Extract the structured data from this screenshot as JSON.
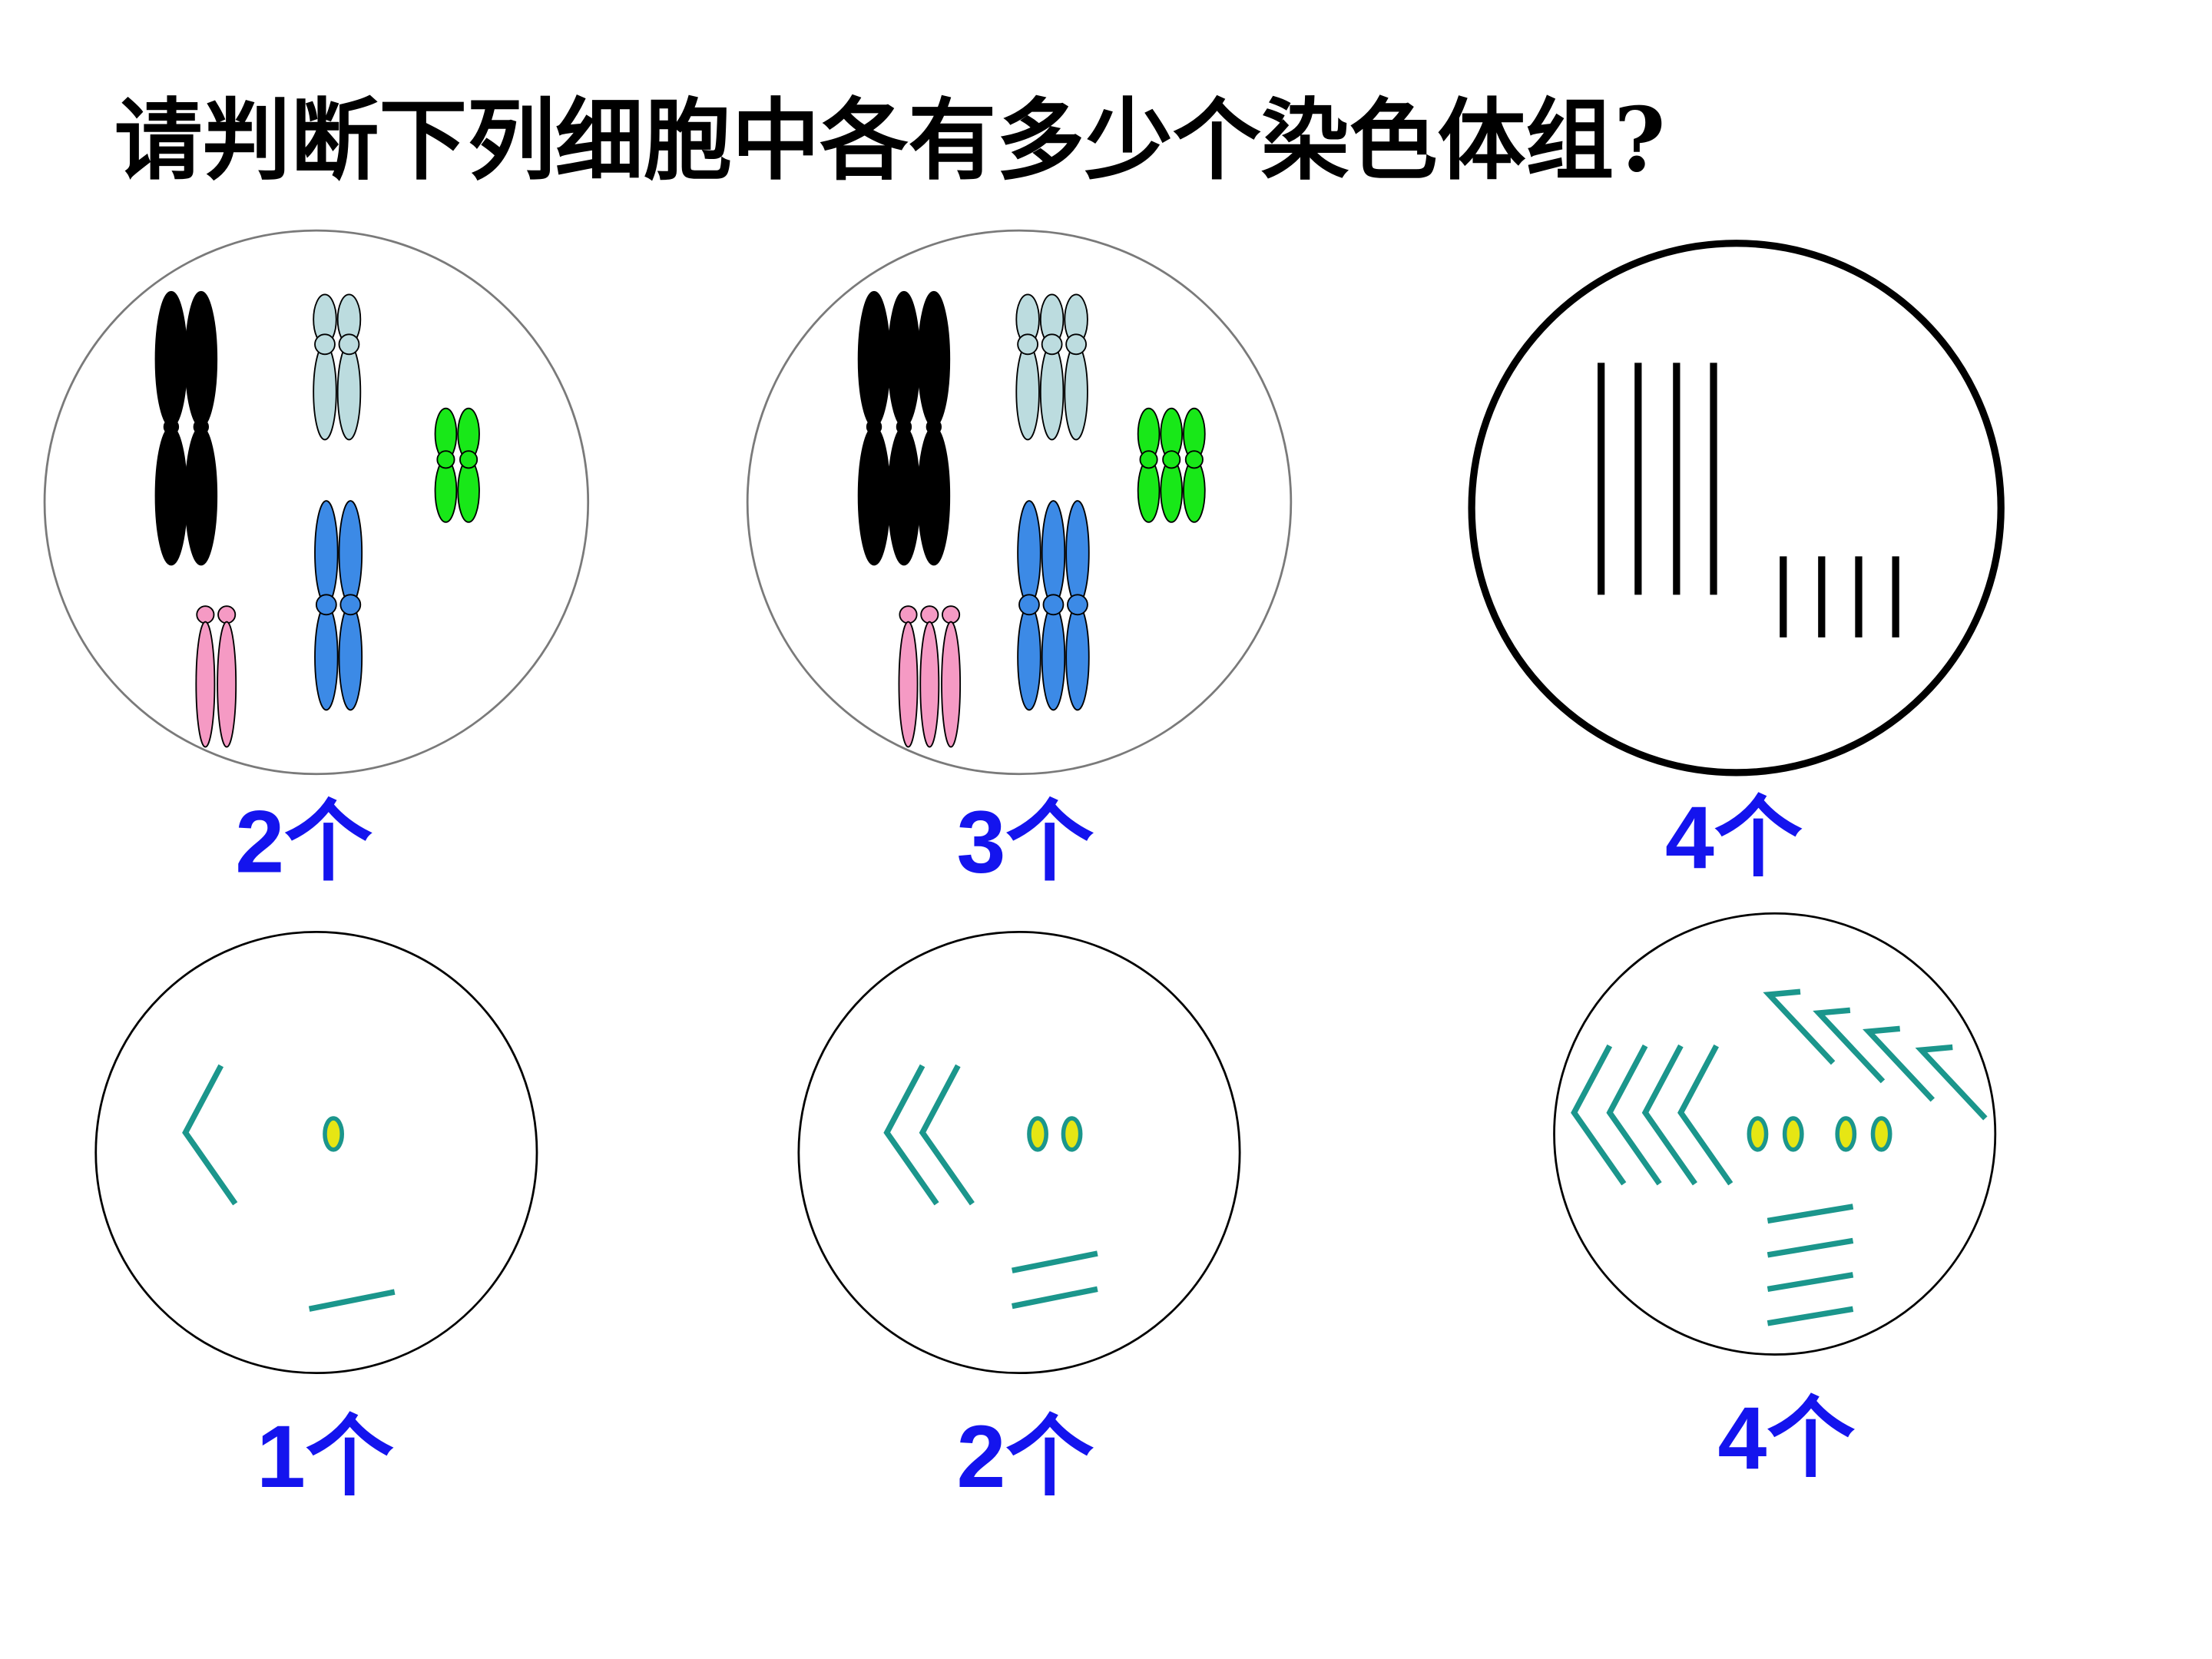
{
  "title": "请判断下列细胞中各有多少个染色体组?",
  "colors": {
    "answer": "#1414ee",
    "teal": "#1b968c",
    "black": "#000000",
    "lightblue": "#bcdcdf",
    "blue": "#3c8ae6",
    "green": "#18e818",
    "pink": "#f59ac4",
    "yellow": "#e6e614",
    "circle_gray": "#7a7a7a"
  },
  "answers": [
    "2个",
    "3个",
    "4个",
    "1个",
    "2个",
    "4个"
  ]
}
